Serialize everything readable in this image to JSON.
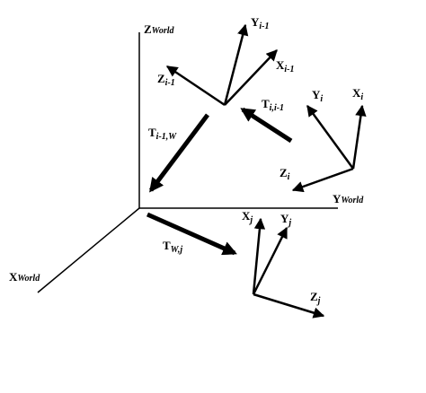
{
  "colors": {
    "ink": "#000000",
    "background": "#ffffff"
  },
  "world_frame": {
    "z_label": {
      "main": "Z",
      "sub": "World"
    },
    "y_label": {
      "main": "Y",
      "sub": "World"
    },
    "x_label": {
      "main": "X",
      "sub": "World"
    }
  },
  "frame_prev": {
    "y_label": {
      "main": "Y",
      "sub": "i-1"
    },
    "x_label": {
      "main": "X",
      "sub": "i-1"
    },
    "z_label": {
      "main": "Z",
      "sub": "i-1"
    }
  },
  "frame_i": {
    "y_label": {
      "main": "Y",
      "sub": "i"
    },
    "x_label": {
      "main": "X",
      "sub": "i"
    },
    "z_label": {
      "main": "Z",
      "sub": "i"
    }
  },
  "frame_j": {
    "x_label": {
      "main": "X",
      "sub": "j"
    },
    "y_label": {
      "main": "Y",
      "sub": "j"
    },
    "z_label": {
      "main": "Z",
      "sub": "j"
    }
  },
  "transforms": {
    "t_prev_world": {
      "main": "T",
      "sub": "i-1,W"
    },
    "t_i_prev": {
      "main": "T",
      "sub": "i,i-1"
    },
    "t_world_j": {
      "main": "T",
      "sub": "W,j"
    }
  }
}
